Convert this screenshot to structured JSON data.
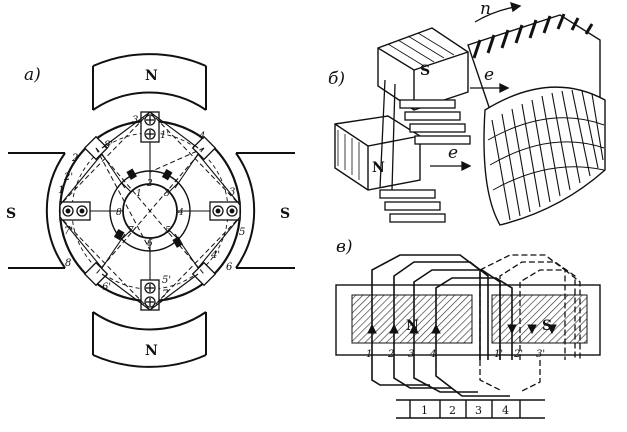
{
  "panel_a": {
    "label": "a)",
    "pole_top": "N",
    "pole_bottom": "N",
    "pole_left": "S",
    "pole_right": "S",
    "outer_slot_labels": [
      {
        "id": "o1",
        "text": "1"
      },
      {
        "id": "o2",
        "text": "2"
      },
      {
        "id": "o3",
        "text": "3"
      },
      {
        "id": "o4",
        "text": "4"
      },
      {
        "id": "o3p",
        "text": "3'"
      },
      {
        "id": "o5",
        "text": "5"
      },
      {
        "id": "o4p",
        "text": "4'"
      },
      {
        "id": "o6",
        "text": "6"
      },
      {
        "id": "o5p",
        "text": "5'"
      },
      {
        "id": "o7",
        "text": "7"
      },
      {
        "id": "o6p",
        "text": "6'"
      },
      {
        "id": "o8",
        "text": "8"
      },
      {
        "id": "o7p",
        "text": "7'"
      },
      {
        "id": "o8p",
        "text": "8'"
      },
      {
        "id": "o1p",
        "text": "1'"
      },
      {
        "id": "o2p",
        "text": "2'"
      }
    ],
    "commutator_labels": [
      "1",
      "2",
      "3",
      "4",
      "5",
      "6",
      "7",
      "8"
    ]
  },
  "panel_b": {
    "label": "б)",
    "pole_s": "S",
    "pole_n": "N",
    "rotation_label": "n",
    "emf_label_top": "e",
    "emf_label_bottom": "e"
  },
  "panel_c": {
    "label": "в)",
    "pole_n": "N",
    "pole_s": "S",
    "conductor_labels": [
      "1",
      "2",
      "3",
      "4",
      "1'",
      "2'",
      "3'"
    ],
    "commutator_labels": [
      "1",
      "2",
      "3",
      "4"
    ]
  }
}
